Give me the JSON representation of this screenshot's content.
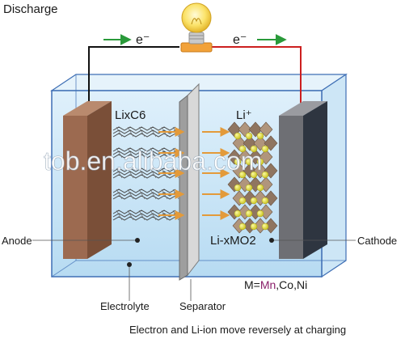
{
  "diagram": {
    "title": "Discharge",
    "electron_left": "e⁻",
    "electron_right": "e⁻",
    "anode_material": "LixC6",
    "cathode_material": "Li-xMO2",
    "li_ion": "Li⁺",
    "anode": "Anode",
    "cathode": "Cathode",
    "electrolyte": "Electrolyte",
    "separator": "Separator",
    "metals_prefix": "M=",
    "metals_highlight": "Mn",
    "metals_rest": ",Co,Ni",
    "footer": "Electron and Li-ion move reversely at charging",
    "watermark": "tob.en.alibaba.com"
  },
  "colors": {
    "wire_positive": "#cc1f1f",
    "wire_negative": "#111111",
    "electron_arrow": "#2a9a3a",
    "ion_arrow": "#e39a3a",
    "anode": "#9c6a50",
    "cathode": "#6e6f74",
    "separator": "#9e9e9e",
    "tank_edge": "#3f6fb5",
    "manganese_text": "#8a1f6a"
  }
}
